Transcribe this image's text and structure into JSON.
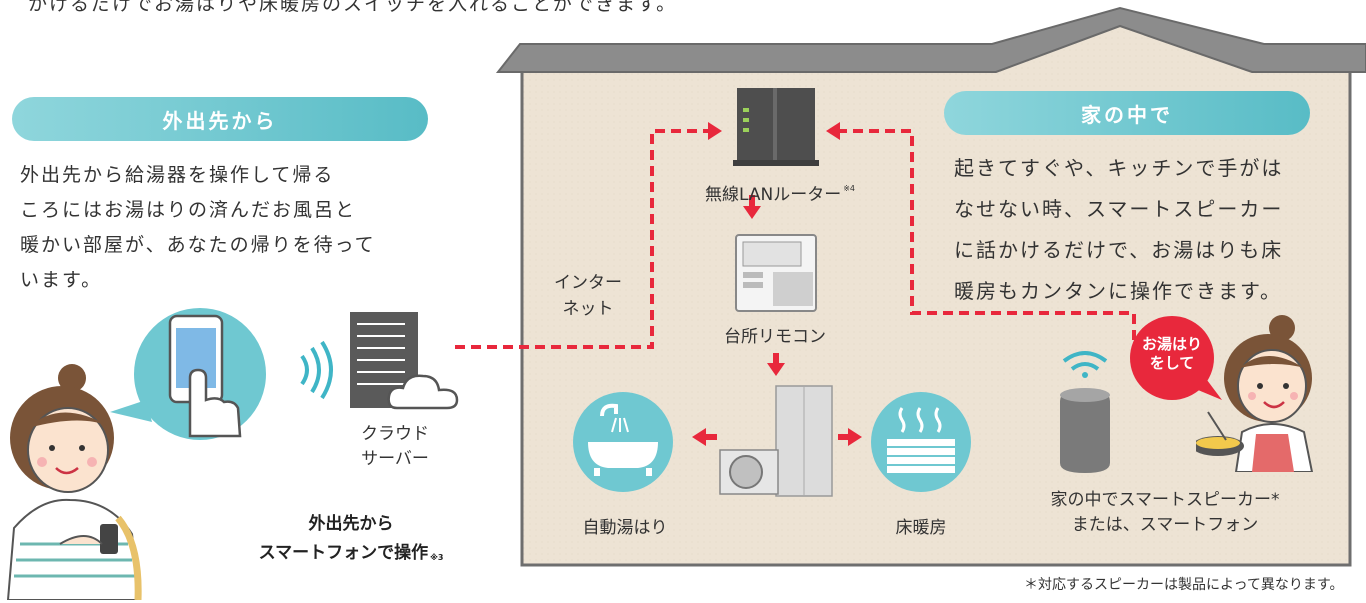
{
  "intro_text": "かけるだけでお湯はりや床暖房のスイッチを入れることができます。",
  "outside": {
    "heading": "外出先から",
    "paragraph_lines": [
      "外出先から給湯器を操作して帰る",
      "ころにはお湯はりの済んだお風呂と",
      "暖かい部屋が、あなたの帰りを待って",
      "います。"
    ],
    "cloud_label_lines": [
      "クラウド",
      "サーバー"
    ],
    "caption_line1": "外出先から",
    "caption_line2": "スマートフォンで操作",
    "caption_note": "※3"
  },
  "home": {
    "heading": "家の中で",
    "paragraph_lines": [
      "起きてすぐや、キッチンで手がは",
      "なせない時、スマートスピーカー",
      "に話かけるだけで、お湯はりも床",
      "暖房もカンタンに操作できます。"
    ],
    "internet_label_lines": [
      "インター",
      "ネット"
    ],
    "router_label": "無線LANルーター",
    "router_note": "※4",
    "remote_label": "台所リモコン",
    "bath_label": "自動湯はり",
    "floor_label": "床暖房",
    "speaker_label_lines": [
      "家の中でスマートスピーカー*",
      "または、スマートフォン"
    ],
    "speech_bubble_lines": [
      "お湯はり",
      "をして"
    ]
  },
  "footnote": "＊対応するスピーカーは製品によって異なります。",
  "colors": {
    "teal": "#58bcc6",
    "teal_light": "#8fd6dc",
    "house_wall": "#ede3d4",
    "roof": "#8c8c8c",
    "arrow_red": "#e8283c",
    "wifi": "#3fb5c6"
  }
}
